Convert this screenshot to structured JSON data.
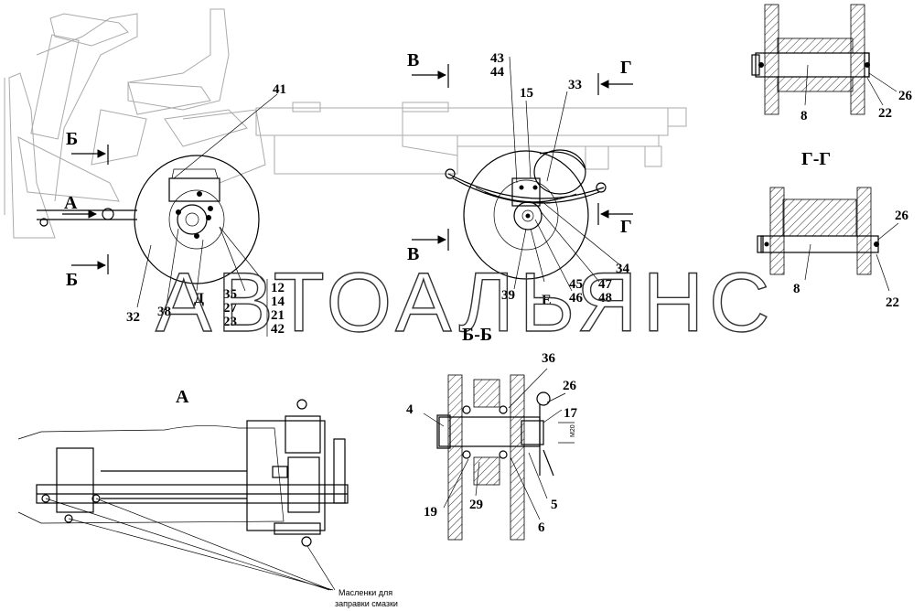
{
  "watermark": "АВТОАЛЬЯНС",
  "sections": {
    "view_a": "А",
    "view_b_b": "Б-Б",
    "view_g_g": "Г-Г"
  },
  "cut_marks": {
    "a": "А",
    "b_top": "Б",
    "b_bottom": "Б",
    "v_top": "В",
    "v_bottom": "В",
    "g_top": "Г",
    "g_bottom": "Г",
    "d": "Д",
    "e": "Е"
  },
  "callouts": {
    "c41": "41",
    "c43": "43",
    "c44": "44",
    "c15": "15",
    "c33": "33",
    "c32": "32",
    "c38": "38",
    "c35": "35",
    "c27": "27",
    "c23": "23",
    "c12": "12",
    "c14": "14",
    "c21": "21",
    "c42": "42",
    "c39": "39",
    "c45": "45",
    "c46": "46",
    "c47": "47",
    "c48": "48",
    "c34": "34",
    "c36": "36",
    "c4": "4",
    "c26_bb": "26",
    "c17": "17",
    "c19": "19",
    "c29": "29",
    "c6": "6",
    "c5": "5",
    "c8_top": "8",
    "c22_top": "22",
    "c26_top": "26",
    "c26_gg": "26",
    "c8_gg": "8",
    "c22_gg": "22"
  },
  "dimension_label": "М20",
  "grease_note": {
    "line1": "Масленки для",
    "line2": "заправки смазки"
  }
}
